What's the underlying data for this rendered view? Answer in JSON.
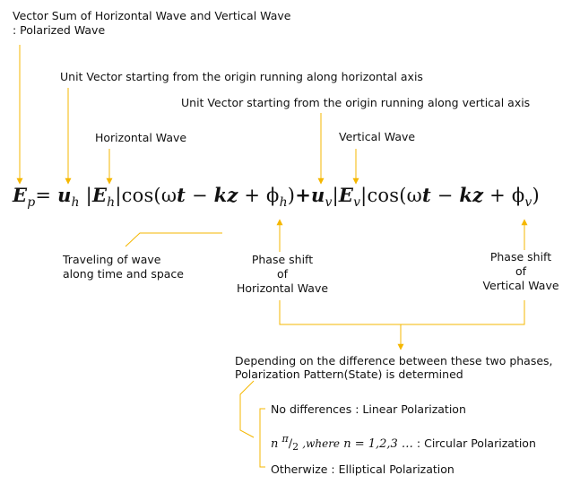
{
  "labels": {
    "vector_sum_line1": "Vector Sum of Horizontal Wave and Vertical Wave",
    "vector_sum_line2": ": Polarized Wave",
    "unit_vector_horizontal": "Unit Vector starting from the origin running along horizontal axis",
    "unit_vector_vertical": "Unit Vector starting from the origin running along vertical axis",
    "horizontal_wave": "Horizontal Wave",
    "vertical_wave": "Vertical Wave",
    "traveling_line1": "Traveling of wave",
    "traveling_line2": "along time and space",
    "phase_h_line1": "Phase shift",
    "phase_h_line2": "of",
    "phase_h_line3": "Horizontal Wave",
    "phase_v_line1": "Phase shift",
    "phase_v_line2": "of",
    "phase_v_line3": "Vertical Wave",
    "depending_line1": "Depending on the difference between these two phases,",
    "depending_line2": "Polarization Pattern(State) is determined",
    "no_diff": "No differences : Linear Polarization",
    "circular_n": "n",
    "circular_pi": "π",
    "circular_two": "2",
    "circular_where": ",where",
    "circular_cond": "n = 1,2,3 …",
    "circular_result": ": Circular Polarization",
    "otherwize": "Otherwize : Elliptical Polarization"
  },
  "equation": {
    "E": "E",
    "p": "p",
    "eq": "=",
    "u": "u",
    "h": "h",
    "v": "v",
    "bar": "|",
    "cos_open": "cos(ω",
    "t": "t",
    "minus": " − ",
    "kz": "kz",
    "plus_phi": " + ϕ",
    "close": ")",
    "plus": "+"
  },
  "colors": {
    "arrow": "#f5b700",
    "text": "#111111"
  }
}
